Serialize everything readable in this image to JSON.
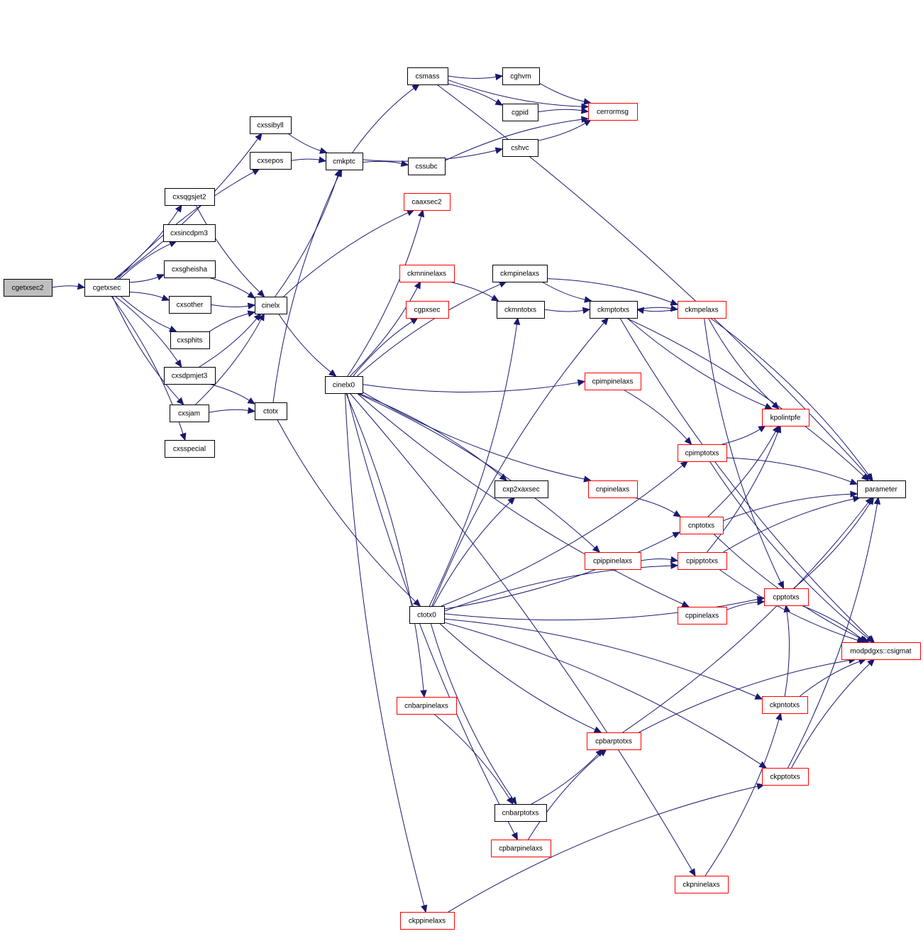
{
  "graph": {
    "colors": {
      "edge": "#191970",
      "node_border_default": "#000000",
      "node_border_external": "#ff0000",
      "root_fill": "#bfbfbf",
      "node_fill": "#ffffff"
    },
    "nodes": {
      "cgetxsec2": {
        "label": "cgetxsec2",
        "style": "root"
      },
      "cgetxsec": {
        "label": "cgetxsec",
        "style": "black"
      },
      "cxssibyll": {
        "label": "cxssibyll",
        "style": "black"
      },
      "cxsepos": {
        "label": "cxsepos",
        "style": "black"
      },
      "cxsqgsjet2": {
        "label": "cxsqgsjet2",
        "style": "black"
      },
      "cxsincdpm3": {
        "label": "cxsincdpm3",
        "style": "black"
      },
      "cxsgheisha": {
        "label": "cxsgheisha",
        "style": "black"
      },
      "cxsother": {
        "label": "cxsother",
        "style": "black"
      },
      "cxsphits": {
        "label": "cxsphits",
        "style": "black"
      },
      "cxsdpmjet3": {
        "label": "cxsdpmjet3",
        "style": "black"
      },
      "cxsjam": {
        "label": "cxsjam",
        "style": "black"
      },
      "cxsspecial": {
        "label": "cxsspecial",
        "style": "black"
      },
      "cmkptc": {
        "label": "cmkptc",
        "style": "black"
      },
      "cinelx": {
        "label": "cinelx",
        "style": "black"
      },
      "ctotx": {
        "label": "ctotx",
        "style": "black"
      },
      "csmass": {
        "label": "csmass",
        "style": "black"
      },
      "cghvm": {
        "label": "cghvm",
        "style": "black"
      },
      "cgpid": {
        "label": "cgpid",
        "style": "black"
      },
      "cerrormsg": {
        "label": "cerrormsg",
        "style": "red"
      },
      "cshvc": {
        "label": "cshvc",
        "style": "black"
      },
      "cssubc": {
        "label": "cssubc",
        "style": "black"
      },
      "caaxsec2": {
        "label": "caaxsec2",
        "style": "red"
      },
      "ckmpinelaxs": {
        "label": "ckmpinelaxs",
        "style": "black"
      },
      "ckmninelaxs": {
        "label": "ckmninelaxs",
        "style": "red"
      },
      "cgpxsec": {
        "label": "cgpxsec",
        "style": "red"
      },
      "ckmntotxs": {
        "label": "ckmntotxs",
        "style": "black"
      },
      "ckmptotxs": {
        "label": "ckmptotxs",
        "style": "black"
      },
      "ckmpelaxs": {
        "label": "ckmpelaxs",
        "style": "red"
      },
      "cinelx0": {
        "label": "cinelx0",
        "style": "black"
      },
      "cpimpinelaxs": {
        "label": "cpimpinelaxs",
        "style": "red"
      },
      "kpolintpfe": {
        "label": "kpolintpfe",
        "style": "red"
      },
      "cpimptotxs": {
        "label": "cpimptotxs",
        "style": "red"
      },
      "cxp2xaxsec": {
        "label": "cxp2xaxsec",
        "style": "black"
      },
      "cnpinelaxs": {
        "label": "cnpinelaxs",
        "style": "red"
      },
      "parameter": {
        "label": "parameter",
        "style": "black"
      },
      "cnptotxs": {
        "label": "cnptotxs",
        "style": "red"
      },
      "cpippinelaxs": {
        "label": "cpippinelaxs",
        "style": "red"
      },
      "cpipptotxs": {
        "label": "cpipptotxs",
        "style": "red"
      },
      "cpptotxs": {
        "label": "cpptotxs",
        "style": "red"
      },
      "ctotx0": {
        "label": "ctotx0",
        "style": "black"
      },
      "cppinelaxs": {
        "label": "cppinelaxs",
        "style": "red"
      },
      "csigmat": {
        "label": "modpdgxs::csigmat",
        "style": "red"
      },
      "cnbarpinelaxs": {
        "label": "cnbarpinelaxs",
        "style": "red"
      },
      "ckpntotxs": {
        "label": "ckpntotxs",
        "style": "red"
      },
      "cpbarptotxs": {
        "label": "cpbarptotxs",
        "style": "red"
      },
      "ckpptotxs": {
        "label": "ckpptotxs",
        "style": "red"
      },
      "cnbarptotxs": {
        "label": "cnbarptotxs",
        "style": "black"
      },
      "cpbarpinelaxs": {
        "label": "cpbarpinelaxs",
        "style": "red"
      },
      "ckpninelaxs": {
        "label": "ckpninelaxs",
        "style": "red"
      },
      "ckppinelaxs": {
        "label": "ckppinelaxs",
        "style": "red"
      }
    },
    "edges": [
      [
        "cgetxsec2",
        "cgetxsec"
      ],
      [
        "cgetxsec",
        "cxssibyll"
      ],
      [
        "cgetxsec",
        "cxsepos"
      ],
      [
        "cgetxsec",
        "cxsqgsjet2"
      ],
      [
        "cgetxsec",
        "cxsincdpm3"
      ],
      [
        "cgetxsec",
        "cxsgheisha"
      ],
      [
        "cgetxsec",
        "cxsother"
      ],
      [
        "cgetxsec",
        "cxsphits"
      ],
      [
        "cgetxsec",
        "cxsdpmjet3"
      ],
      [
        "cgetxsec",
        "cxsjam"
      ],
      [
        "cgetxsec",
        "cxsspecial"
      ],
      [
        "cxssibyll",
        "cmkptc"
      ],
      [
        "cxsepos",
        "cmkptc"
      ],
      [
        "cxsqgsjet2",
        "cinelx"
      ],
      [
        "cxsgheisha",
        "cinelx"
      ],
      [
        "cxsother",
        "cinelx"
      ],
      [
        "cxsphits",
        "cinelx"
      ],
      [
        "cxsdpmjet3",
        "cinelx"
      ],
      [
        "cxsdpmjet3",
        "ctotx"
      ],
      [
        "cxsjam",
        "cinelx"
      ],
      [
        "cxsjam",
        "ctotx"
      ],
      [
        "cinelx",
        "cmkptc"
      ],
      [
        "cinelx",
        "caaxsec2"
      ],
      [
        "cinelx",
        "cinelx0"
      ],
      [
        "ctotx",
        "cmkptc"
      ],
      [
        "ctotx",
        "ctotx0"
      ],
      [
        "cmkptc",
        "csmass"
      ],
      [
        "cmkptc",
        "cshvc"
      ],
      [
        "cmkptc",
        "cssubc"
      ],
      [
        "csmass",
        "cghvm"
      ],
      [
        "csmass",
        "cgpid"
      ],
      [
        "csmass",
        "cerrormsg"
      ],
      [
        "csmass",
        "parameter"
      ],
      [
        "cghvm",
        "cerrormsg"
      ],
      [
        "cgpid",
        "cerrormsg"
      ],
      [
        "cshvc",
        "cerrormsg"
      ],
      [
        "cssubc",
        "cerrormsg"
      ],
      [
        "cinelx0",
        "caaxsec2"
      ],
      [
        "cinelx0",
        "ckmpinelaxs"
      ],
      [
        "cinelx0",
        "ckmninelaxs"
      ],
      [
        "cinelx0",
        "cgpxsec"
      ],
      [
        "cinelx0",
        "cpimpinelaxs"
      ],
      [
        "cinelx0",
        "cxp2xaxsec"
      ],
      [
        "cinelx0",
        "cnpinelaxs"
      ],
      [
        "cinelx0",
        "cpippinelaxs"
      ],
      [
        "cinelx0",
        "cppinelaxs"
      ],
      [
        "cinelx0",
        "cnbarpinelaxs"
      ],
      [
        "cinelx0",
        "cpbarpinelaxs"
      ],
      [
        "cinelx0",
        "ckpninelaxs"
      ],
      [
        "cinelx0",
        "ckppinelaxs"
      ],
      [
        "ckmninelaxs",
        "ckmntotxs"
      ],
      [
        "ckmpinelaxs",
        "ckmptotxs"
      ],
      [
        "ckmpinelaxs",
        "ckmpelaxs"
      ],
      [
        "ckmntotxs",
        "ckmptotxs"
      ],
      [
        "ckmptotxs",
        "ckmpelaxs"
      ],
      [
        "ckmptotxs",
        "kpolintpfe"
      ],
      [
        "ckmptotxs",
        "parameter"
      ],
      [
        "ckmptotxs",
        "csigmat"
      ],
      [
        "ckmpelaxs",
        "ckmptotxs"
      ],
      [
        "ckmpelaxs",
        "kpolintpfe"
      ],
      [
        "ckmpelaxs",
        "parameter"
      ],
      [
        "ckmpelaxs",
        "cpptotxs"
      ],
      [
        "cpimpinelaxs",
        "cpimptotxs"
      ],
      [
        "cpimptotxs",
        "kpolintpfe"
      ],
      [
        "cpimptotxs",
        "parameter"
      ],
      [
        "cpimptotxs",
        "csigmat"
      ],
      [
        "cnpinelaxs",
        "cnptotxs"
      ],
      [
        "cnptotxs",
        "kpolintpfe"
      ],
      [
        "cnptotxs",
        "parameter"
      ],
      [
        "cnptotxs",
        "csigmat"
      ],
      [
        "cpippinelaxs",
        "cpipptotxs"
      ],
      [
        "cpipptotxs",
        "kpolintpfe"
      ],
      [
        "cpipptotxs",
        "parameter"
      ],
      [
        "cpipptotxs",
        "csigmat"
      ],
      [
        "cppinelaxs",
        "cpptotxs"
      ],
      [
        "cpptotxs",
        "parameter"
      ],
      [
        "cpptotxs",
        "csigmat"
      ],
      [
        "ctotx0",
        "ckmntotxs"
      ],
      [
        "ctotx0",
        "ckmptotxs"
      ],
      [
        "ctotx0",
        "cpimptotxs"
      ],
      [
        "ctotx0",
        "cxp2xaxsec"
      ],
      [
        "ctotx0",
        "cnptotxs"
      ],
      [
        "ctotx0",
        "cpipptotxs"
      ],
      [
        "ctotx0",
        "cpptotxs"
      ],
      [
        "ctotx0",
        "ckpntotxs"
      ],
      [
        "ctotx0",
        "cpbarptotxs"
      ],
      [
        "ctotx0",
        "ckpptotxs"
      ],
      [
        "ctotx0",
        "cnbarptotxs"
      ],
      [
        "cnbarpinelaxs",
        "cnbarptotxs"
      ],
      [
        "cnbarptotxs",
        "cpbarptotxs"
      ],
      [
        "cpbarpinelaxs",
        "cpbarptotxs"
      ],
      [
        "cpbarptotxs",
        "parameter"
      ],
      [
        "cpbarptotxs",
        "csigmat"
      ],
      [
        "ckpntotxs",
        "cpptotxs"
      ],
      [
        "ckpntotxs",
        "csigmat"
      ],
      [
        "ckpptotxs",
        "parameter"
      ],
      [
        "ckpptotxs",
        "csigmat"
      ],
      [
        "ckpninelaxs",
        "ckpntotxs"
      ],
      [
        "ckppinelaxs",
        "ckpptotxs"
      ]
    ]
  }
}
